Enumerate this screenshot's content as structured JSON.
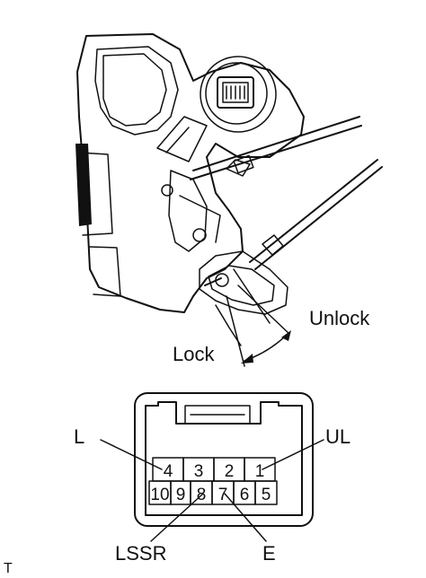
{
  "diagram": {
    "actuator_labels": {
      "unlock": "Unlock",
      "lock": "Lock"
    },
    "connector": {
      "top_row": [
        "4",
        "3",
        "2",
        "1"
      ],
      "bottom_row": [
        "10",
        "9",
        "8",
        "7",
        "6",
        "5"
      ],
      "callouts": {
        "l": "L",
        "ul": "UL",
        "lssr": "LSSR",
        "e": "E"
      }
    },
    "corner_mark": "T"
  }
}
